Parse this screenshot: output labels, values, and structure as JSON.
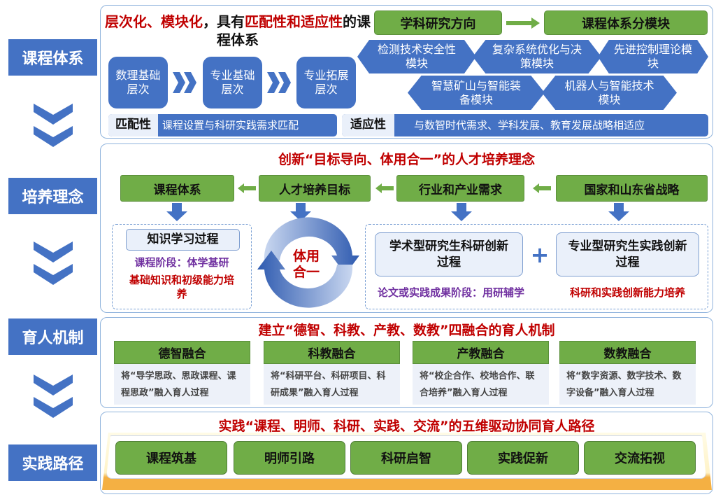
{
  "sections": [
    "课程体系",
    "培养理念",
    "育人机制",
    "实践路径"
  ],
  "panel1": {
    "title_parts": [
      {
        "t": "层次化、模块化",
        "c": "red"
      },
      {
        "t": "，具有",
        "c": "black"
      },
      {
        "t": "匹配性和适应性",
        "c": "red"
      },
      {
        "t": "的课程体系",
        "c": "black"
      }
    ],
    "levels": [
      "数理基础层次",
      "专业基础层次",
      "专业拓展层次"
    ],
    "research_direction": "学科研究方向",
    "course_modules": "课程体系分模块",
    "modules": [
      "检测技术安全性模块",
      "复杂系统优化与决策模块",
      "先进控制理论模块",
      "智慧矿山与智能装备模块",
      "机器人与智能技术模块"
    ],
    "match_label": "匹配性",
    "match_text": "课程设置与科研实践需求匹配",
    "adapt_label": "适应性",
    "adapt_text": "与数智时代需求、学科发展、教育发展战略相适应"
  },
  "panel2": {
    "title": "创新“目标导向、体用合一”的人才培养理念",
    "chain": [
      "课程体系",
      "人才培养目标",
      "行业和产业需求",
      "国家和山东省战略"
    ],
    "knowledge": "知识学习过程",
    "course_stage": "课程阶段：体学基研",
    "basic_ability": "基础知识和初级能力培养",
    "cycle": "体用合一",
    "academic": "学术型研究生科研创新过程",
    "plus": "+",
    "professional": "专业型研究生实践创新过程",
    "thesis_stage": "论文或实践成果阶段：用研辅学",
    "innovation": "科研和实践创新能力培养"
  },
  "panel3": {
    "title": "建立“德智、科教、产教、数教”四融合的育人机制",
    "items": [
      {
        "head": "德智融合",
        "desc": "将“导学思政、思政课程、课程思政”融入育人过程"
      },
      {
        "head": "科教融合",
        "desc": "将“科研平台、科研项目、科研成果”融入育人过程"
      },
      {
        "head": "产教融合",
        "desc": "将“校企合作、校地合作、联合培养”融入育人过程"
      },
      {
        "head": "数教融合",
        "desc": "将“数字资源、数字技术、数字设备”融入育人过程"
      }
    ]
  },
  "panel4": {
    "title": "实践“课程、明师、科研、实践、交流”的五维驱动协同育人路径",
    "items": [
      "课程筑基",
      "明师引路",
      "科研启智",
      "实践促新",
      "交流拓视"
    ]
  },
  "colors": {
    "blue": "#4472C4",
    "green": "#70AD47",
    "red": "#C00000",
    "purple": "#7030A0",
    "orange": "#F4B043"
  }
}
